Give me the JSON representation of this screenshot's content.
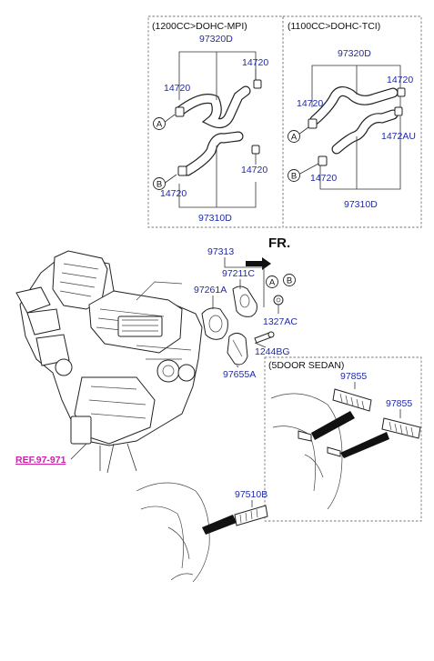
{
  "colors": {
    "label": "#1f2aa8",
    "ref_link": "#cc22aa",
    "line": "#333333",
    "box_border": "#777777"
  },
  "boxes": {
    "mpi_header": "(1200CC>DOHC-MPI)",
    "tci_header": "(1100CC>DOHC-TCI)",
    "sedan_header": "(5DOOR SEDAN)"
  },
  "labels": {
    "mpi_97320D": "97320D",
    "mpi_14720_tr": "14720",
    "mpi_14720_l": "14720",
    "mpi_14720_mr": "14720",
    "mpi_14720_bl": "14720",
    "mpi_97310D": "97310D",
    "tci_97320D": "97320D",
    "tci_14720_tr": "14720",
    "tci_14720_l": "14720",
    "tci_1472AU": "1472AU",
    "tci_14720_b": "14720",
    "tci_97310D": "97310D",
    "p97313": "97313",
    "p97211C": "97211C",
    "p97261A": "97261A",
    "p1327AC": "1327AC",
    "p1244BG": "1244BG",
    "p97655A": "97655A",
    "p97855_a": "97855",
    "p97855_b": "97855",
    "p97510B": "97510B",
    "ref": "REF.97-971",
    "fr": "FR."
  },
  "markers": {
    "a": "A",
    "b": "B"
  }
}
